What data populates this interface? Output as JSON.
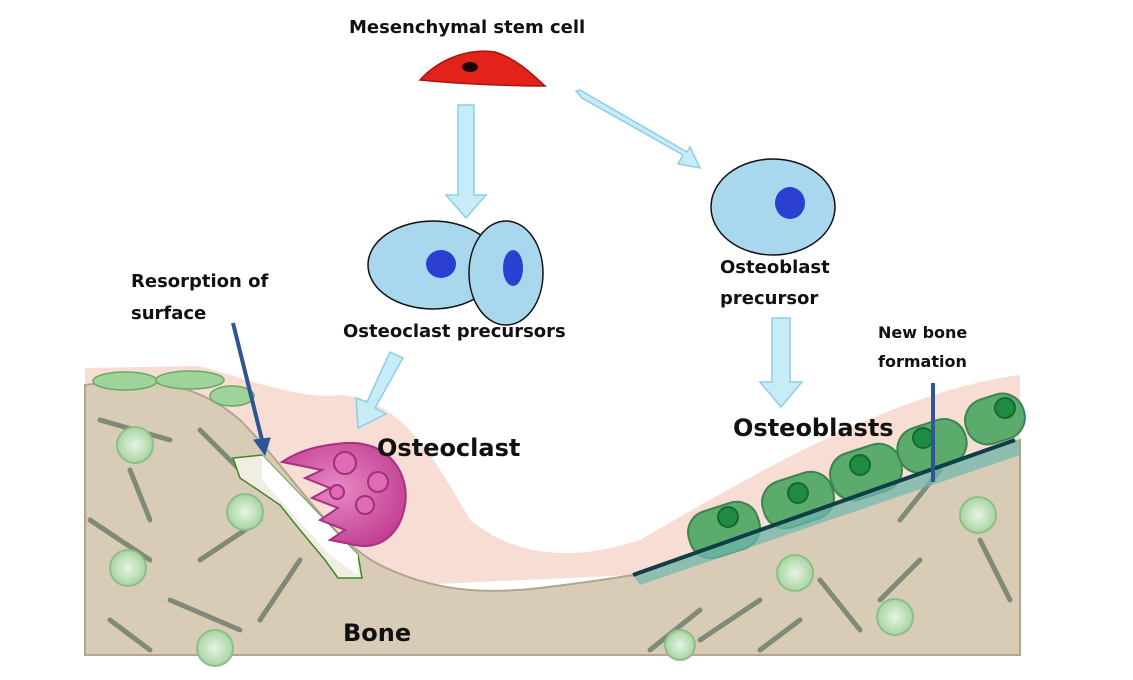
{
  "labels": {
    "msc": "Mesenchymal stem cell",
    "resorption_line1": "Resorption of",
    "resorption_line2": "surface",
    "osteoclast_precursors": "Osteoclast precursors",
    "osteoblast_precursor_line1": "Osteoblast",
    "osteoblast_precursor_line2": "precursor",
    "new_bone_line1": "New bone",
    "new_bone_line2": "formation",
    "osteoclast": "Osteoclast",
    "osteoblasts": "Osteoblasts",
    "bone": "Bone"
  },
  "colors": {
    "bone": "#d8ccb6",
    "lining": "#f7ddd3",
    "precursor_cell": "#a9d8ee",
    "nucleus": "#2b3fd1",
    "stem_cell": "#e3231b",
    "osteoclast": "#c9489b",
    "osteoblast": "#4e9e62",
    "arrow": "#c6ecf8",
    "pointer": "#2f5597"
  }
}
